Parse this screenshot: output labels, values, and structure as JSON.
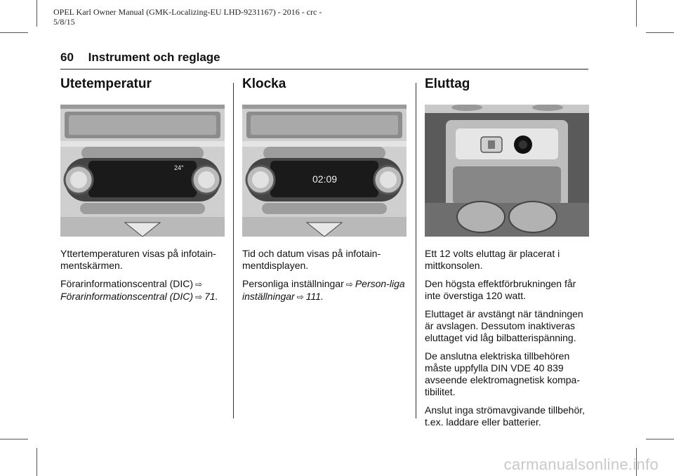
{
  "meta": {
    "line1": "OPEL Karl Owner Manual (GMK-Localizing-EU LHD-9231167) - 2016 - crc -",
    "line2": "5/8/15"
  },
  "header": {
    "page_number": "60",
    "section_title": "Instrument och reglage"
  },
  "columns": [
    {
      "title": "Utetemperatur",
      "figure_text": "24°",
      "para1": "Yttertemperaturen visas på infotain-mentskärmen.",
      "ref_label": "Förarinformationscentral (DIC)",
      "ref_link": "Förarinformationscentral (DIC)",
      "ref_page": "71."
    },
    {
      "title": "Klocka",
      "figure_text": "02:09",
      "para1": "Tid och datum visas på infotain-mentdisplayen.",
      "ref_label": "Personliga inställningar",
      "ref_link": "Person-liga inställningar",
      "ref_page": "111."
    },
    {
      "title": "Eluttag",
      "paragraphs": [
        "Ett 12 volts eluttag är placerat i mittkonsolen.",
        "Den högsta effektförbrukningen får inte överstiga 120 watt.",
        "Eluttaget är avstängt när tändningen är avslagen. Dessutom inaktiveras eluttaget vid låg bilbatterispänning.",
        "De anslutna elektriska tillbehören måste uppfylla DIN VDE 40 839 avseende elektromagnetisk kompa-tibilitet.",
        "Anslut inga strömavgivande tillbehör, t.ex. laddare eller batterier."
      ]
    }
  ],
  "ref_arrow": "⇨",
  "watermark": "carmanualsonline.info"
}
